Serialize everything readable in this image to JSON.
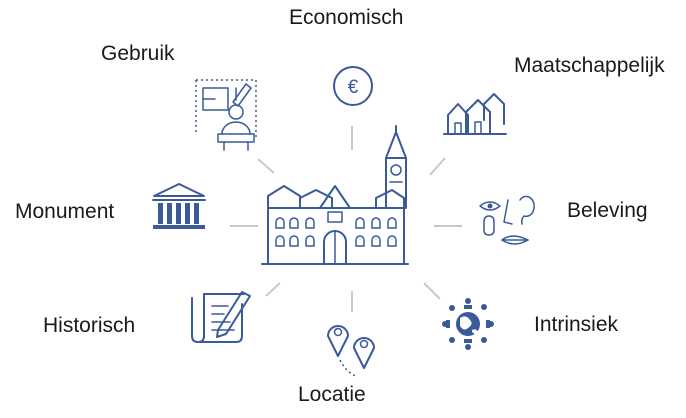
{
  "labels": {
    "economisch": "Economisch",
    "gebruik": "Gebruik",
    "maatschappelijk": "Maatschappelijk",
    "monument": "Monument",
    "beleving": "Beleving",
    "historisch": "Historisch",
    "intrinsiek": "Intrinsiek",
    "locatie": "Locatie"
  },
  "icons": {
    "center": "town-hall-icon",
    "economisch": "euro-coin-icon",
    "gebruik": "floorplan-architect-icon",
    "maatschappelijk": "houses-icon",
    "monument": "classical-building-icon",
    "beleving": "senses-face-icon",
    "historisch": "document-pen-icon",
    "intrinsiek": "globe-people-icon",
    "locatie": "map-pins-icon"
  },
  "euro_symbol": "€",
  "colors": {
    "icon": "#3a5a9a",
    "spoke": "#c9c9c9",
    "text": "#1a1a1a"
  }
}
